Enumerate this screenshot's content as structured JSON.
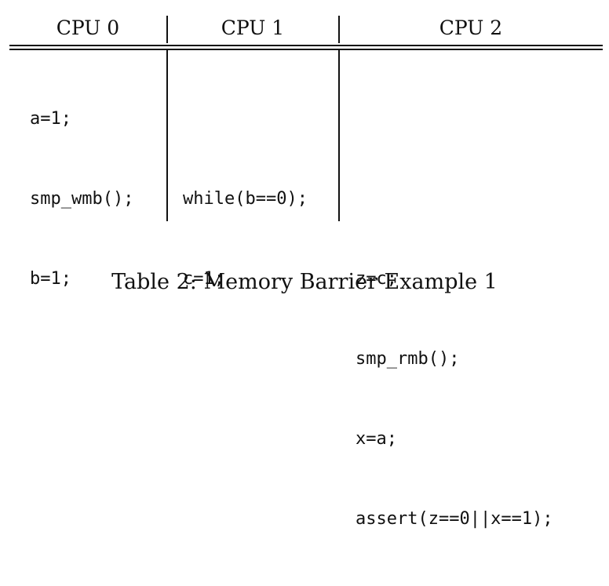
{
  "table": {
    "headers": [
      "CPU 0",
      "CPU 1",
      "CPU 2"
    ],
    "columns": [
      {
        "lines": [
          "a=1;",
          "smp_wmb();",
          "b=1;",
          "",
          "",
          ""
        ]
      },
      {
        "lines": [
          "",
          "while(b==0);",
          "c=1;",
          "",
          "",
          ""
        ]
      },
      {
        "lines": [
          "",
          "",
          "z=c;",
          "smp_rmb();",
          "x=a;",
          "assert(z==0||x==1);"
        ]
      }
    ]
  },
  "caption": "Table 2: Memory Barrier Example 1"
}
